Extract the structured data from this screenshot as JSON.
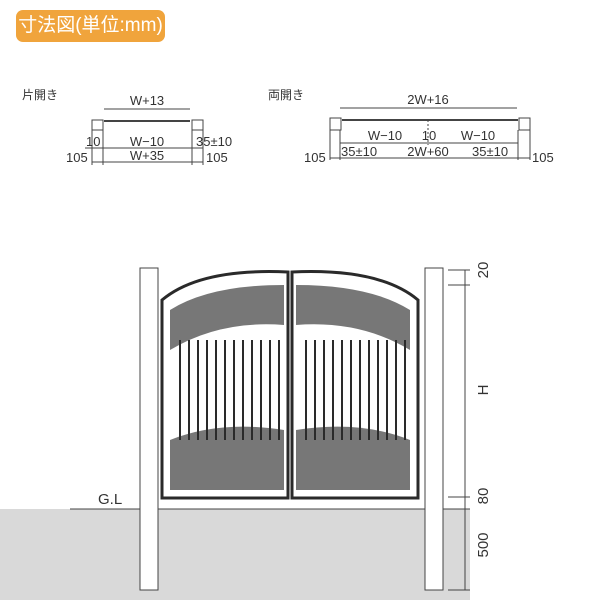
{
  "title": "寸法図(単位:mm)",
  "single": {
    "label": "片開き",
    "top": "W+13",
    "gap": "10",
    "inner": "W−10",
    "right": "35±10",
    "total": "W+35",
    "post_left": "105",
    "post_right": "105"
  },
  "double": {
    "label": "両開き",
    "top": "2W+16",
    "left_inner": "W−10",
    "center_gap": "10",
    "right_inner": "W−10",
    "left_offset": "35±10",
    "total": "2W+60",
    "right_offset": "35±10",
    "post_left": "105",
    "post_right": "105"
  },
  "elevation": {
    "ground_label": "G.L",
    "dim_top": "20",
    "dim_height": "H",
    "dim_bottom": "80",
    "dim_footing": "500"
  },
  "colors": {
    "badge": "#F0A43C",
    "ground": "#D9D9D9",
    "gate": "#2a2a2a"
  }
}
